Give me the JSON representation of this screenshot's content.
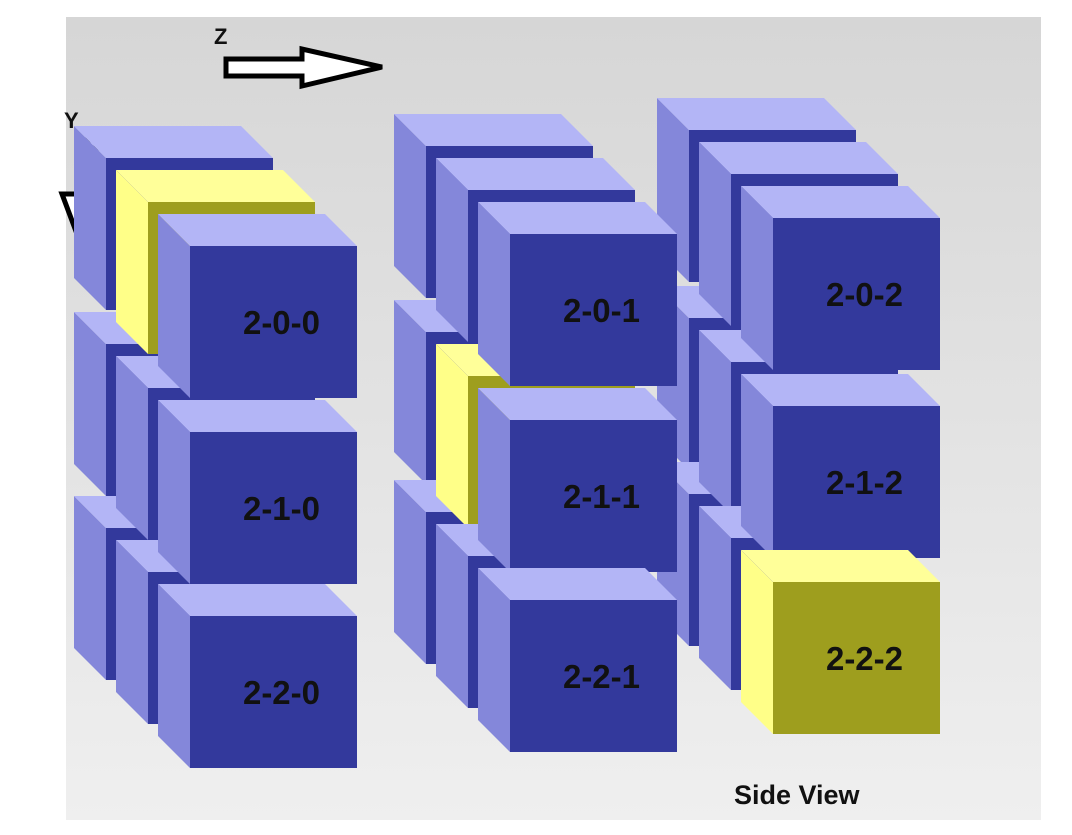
{
  "axes": {
    "z_label": "Z",
    "y_label": "Y"
  },
  "view_label": "Side View",
  "colors": {
    "background_top": "#d6d6d6",
    "background_bottom": "#efefef",
    "cube_front": "#33399c",
    "cube_top": "#b3b5f6",
    "cube_side": "#8487da",
    "highlight_front": "#9e9e1e",
    "highlight_top": "#ffff99",
    "highlight_side": "#ffff88",
    "label": "#111111"
  },
  "cubes": [
    {
      "label": "2-0-0",
      "highlighted": false
    },
    {
      "label": "2-1-0",
      "highlighted": false
    },
    {
      "label": "2-2-0",
      "highlighted": false
    },
    {
      "label": "2-0-1",
      "highlighted": false
    },
    {
      "label": "2-1-1",
      "highlighted": false
    },
    {
      "label": "2-2-1",
      "highlighted": false
    },
    {
      "label": "2-0-2",
      "highlighted": false
    },
    {
      "label": "2-1-2",
      "highlighted": false
    },
    {
      "label": "2-2-2",
      "highlighted": true
    }
  ],
  "hidden_highlights": [
    {
      "stack": 0,
      "row": 0,
      "layer": 1
    },
    {
      "stack": 1,
      "row": 1,
      "layer": 1
    }
  ]
}
